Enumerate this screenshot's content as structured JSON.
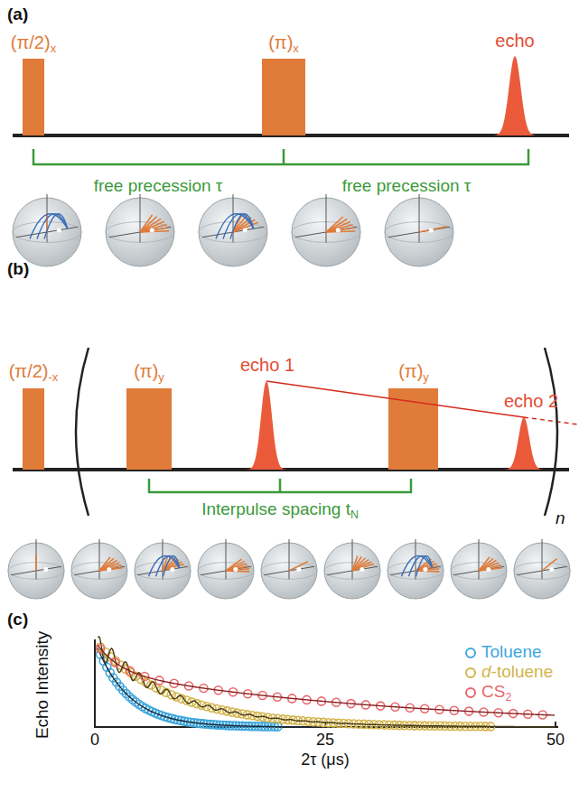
{
  "diagram": {
    "labels": [
      "(a)",
      "(π/2)x",
      "(π)x",
      "echo",
      "free precession τ",
      "free precession τ",
      "(b)",
      "(π/2)-x",
      "(π)y",
      "echo 1",
      "(π)y",
      "echo 2",
      "n",
      "Interpulse spacing tN",
      "(c)",
      "Echo Intensity",
      "0",
      "25",
      "50",
      "2τ (μs)"
    ],
    "legend": [
      {
        "text": "Toluene",
        "color": "#3ea7dc"
      },
      {
        "text": "d-toluene",
        "color": "#d3b44a"
      },
      {
        "text": "CS2",
        "color": "#e8686c"
      }
    ]
  }
}
